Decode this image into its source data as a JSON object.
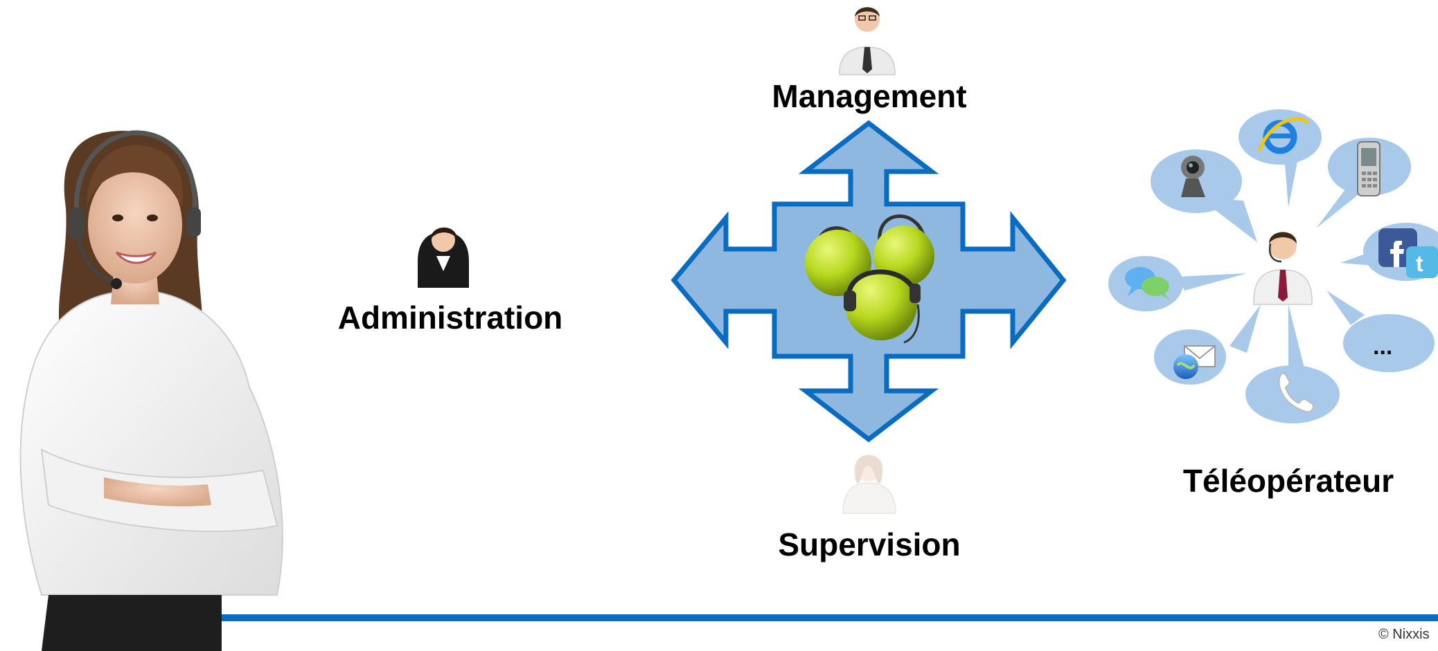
{
  "diagram": {
    "labels": {
      "management": "Management",
      "administration": "Administration",
      "supervision": "Supervision",
      "teleoperateur": "Téléopérateur"
    },
    "channel_icons": [
      "webcam-icon",
      "internet-explorer-icon",
      "mobile-phone-icon",
      "facebook-icon",
      "twitter-icon",
      "chat-bubbles-icon",
      "email-icon",
      "telephone-icon"
    ],
    "more_channels_text": "...",
    "copyright": "© Nixxis"
  },
  "colors": {
    "arrow_fill": "#8fb8e0",
    "arrow_stroke": "#0a6cc0",
    "bubble_fill": "#a9c9ea",
    "bottom_line": "#0a6cc0",
    "headset_ball": "#b7d81f"
  }
}
